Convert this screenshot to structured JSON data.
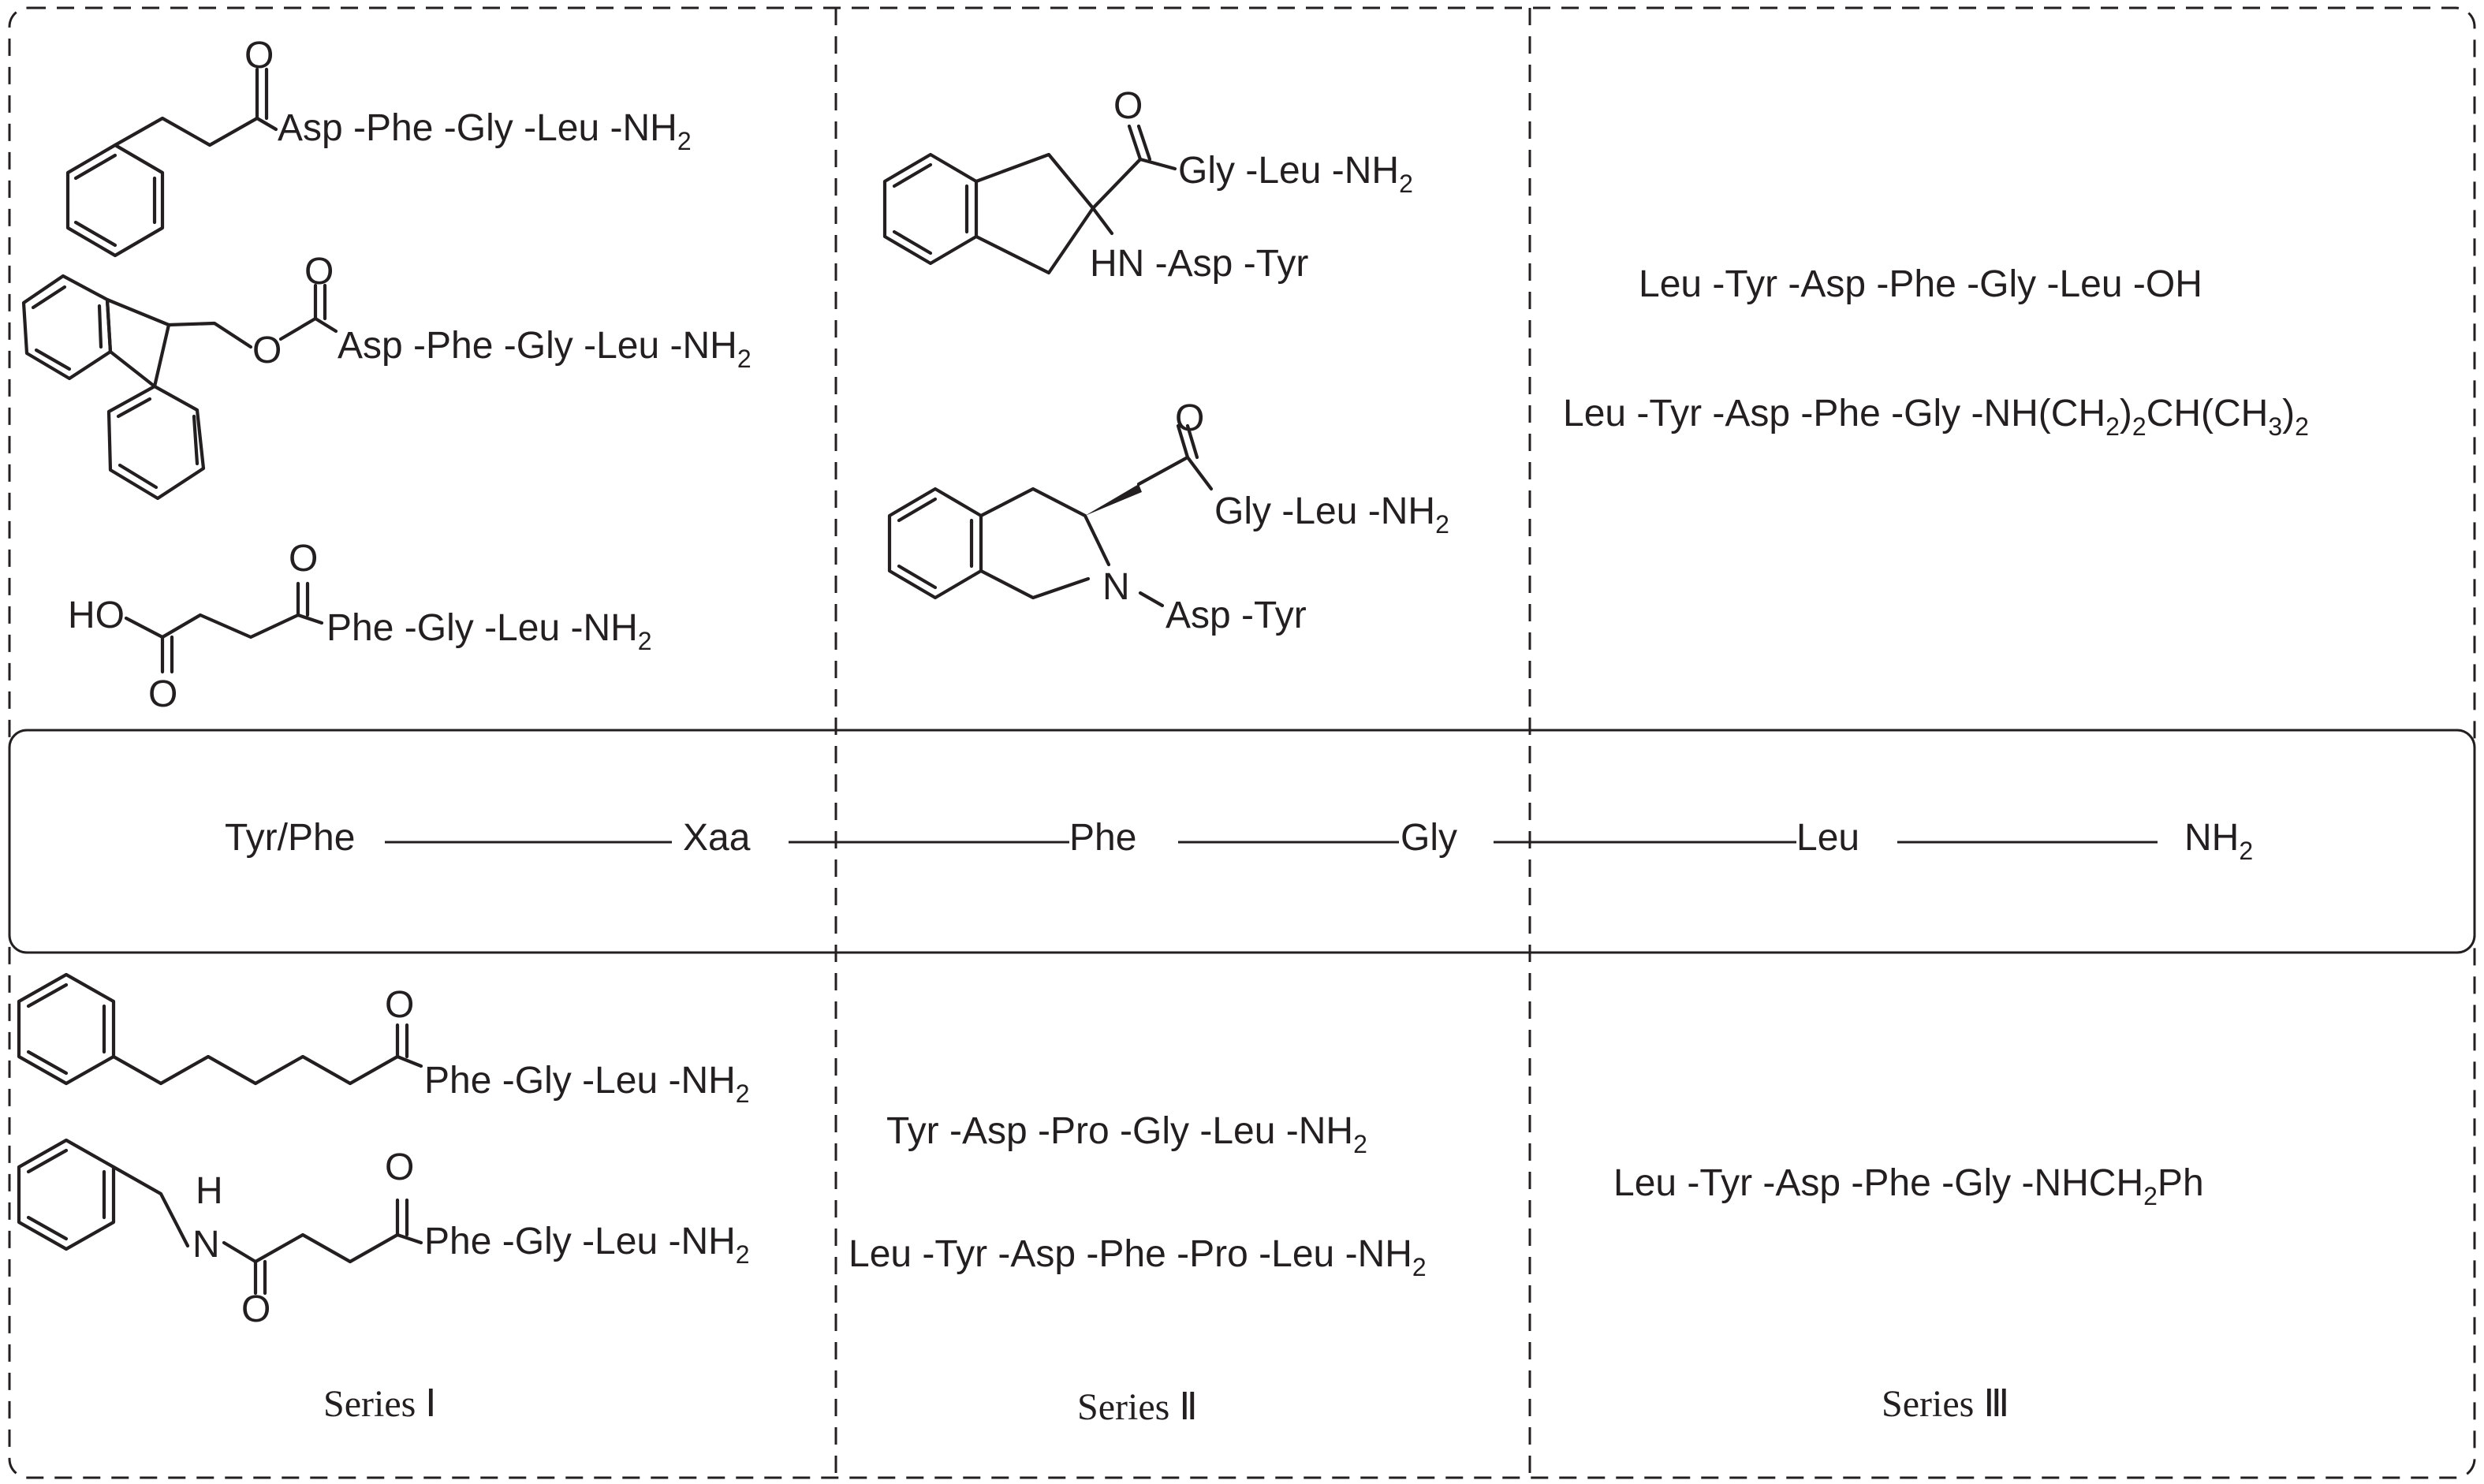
{
  "series_labels": [
    "Series Ⅰ",
    "Series Ⅱ",
    "Series Ⅲ"
  ],
  "backbone": {
    "residues": [
      "Tyr/Phe",
      "Xaa",
      "Phe",
      "Gly",
      "Leu",
      "NH",
      "2"
    ]
  },
  "series1": {
    "c1": {
      "o": "O",
      "seq": "Asp -Phe -Gly -Leu -NH",
      "sub": "2"
    },
    "c2": {
      "o_top": "O",
      "o_ester": "O",
      "seq": "Asp -Phe -Gly -Leu -NH",
      "sub": "2"
    },
    "c3": {
      "ho": "HO",
      "o_top": "O",
      "o_bottom": "O",
      "seq": "Phe -Gly -Leu -NH",
      "sub": "2"
    },
    "c4": {
      "o": "O",
      "seq": "Phe -Gly -Leu -NH",
      "sub": "2"
    },
    "c5": {
      "h": "H",
      "n": "N",
      "o_top": "O",
      "o_bottom": "O",
      "seq": "Phe -Gly -Leu -NH",
      "sub": "2"
    }
  },
  "series2": {
    "c1": {
      "o": "O",
      "seq": "Gly -Leu -NH",
      "sub": "2",
      "hn": "HN -Asp -Tyr"
    },
    "c2": {
      "o": "O",
      "seq": "Gly -Leu -NH",
      "sub": "2",
      "n": "N",
      "tail": "Asp -Tyr"
    },
    "c3": {
      "seq": "Tyr -Asp -Pro -Gly -Leu -NH",
      "sub": "2"
    },
    "c4": {
      "seq": "Leu -Tyr -Asp -Phe -Pro -Leu -NH",
      "sub": "2"
    }
  },
  "series3": {
    "c1": {
      "seq": "Leu -Tyr -Asp -Phe -Gly -Leu -OH"
    },
    "c2": {
      "seq_a": "Leu -Tyr -Asp -Phe -Gly -NH(CH",
      "s1": "2",
      "seq_b": ")",
      "s2": "2",
      "seq_c": "CH(CH",
      "s3": "3",
      "seq_d": ")",
      "s4": "2"
    },
    "c3": {
      "seq_a": "Leu -Tyr -Asp -Phe -Gly -NHCH",
      "s1": "2",
      "seq_b": "Ph"
    }
  }
}
